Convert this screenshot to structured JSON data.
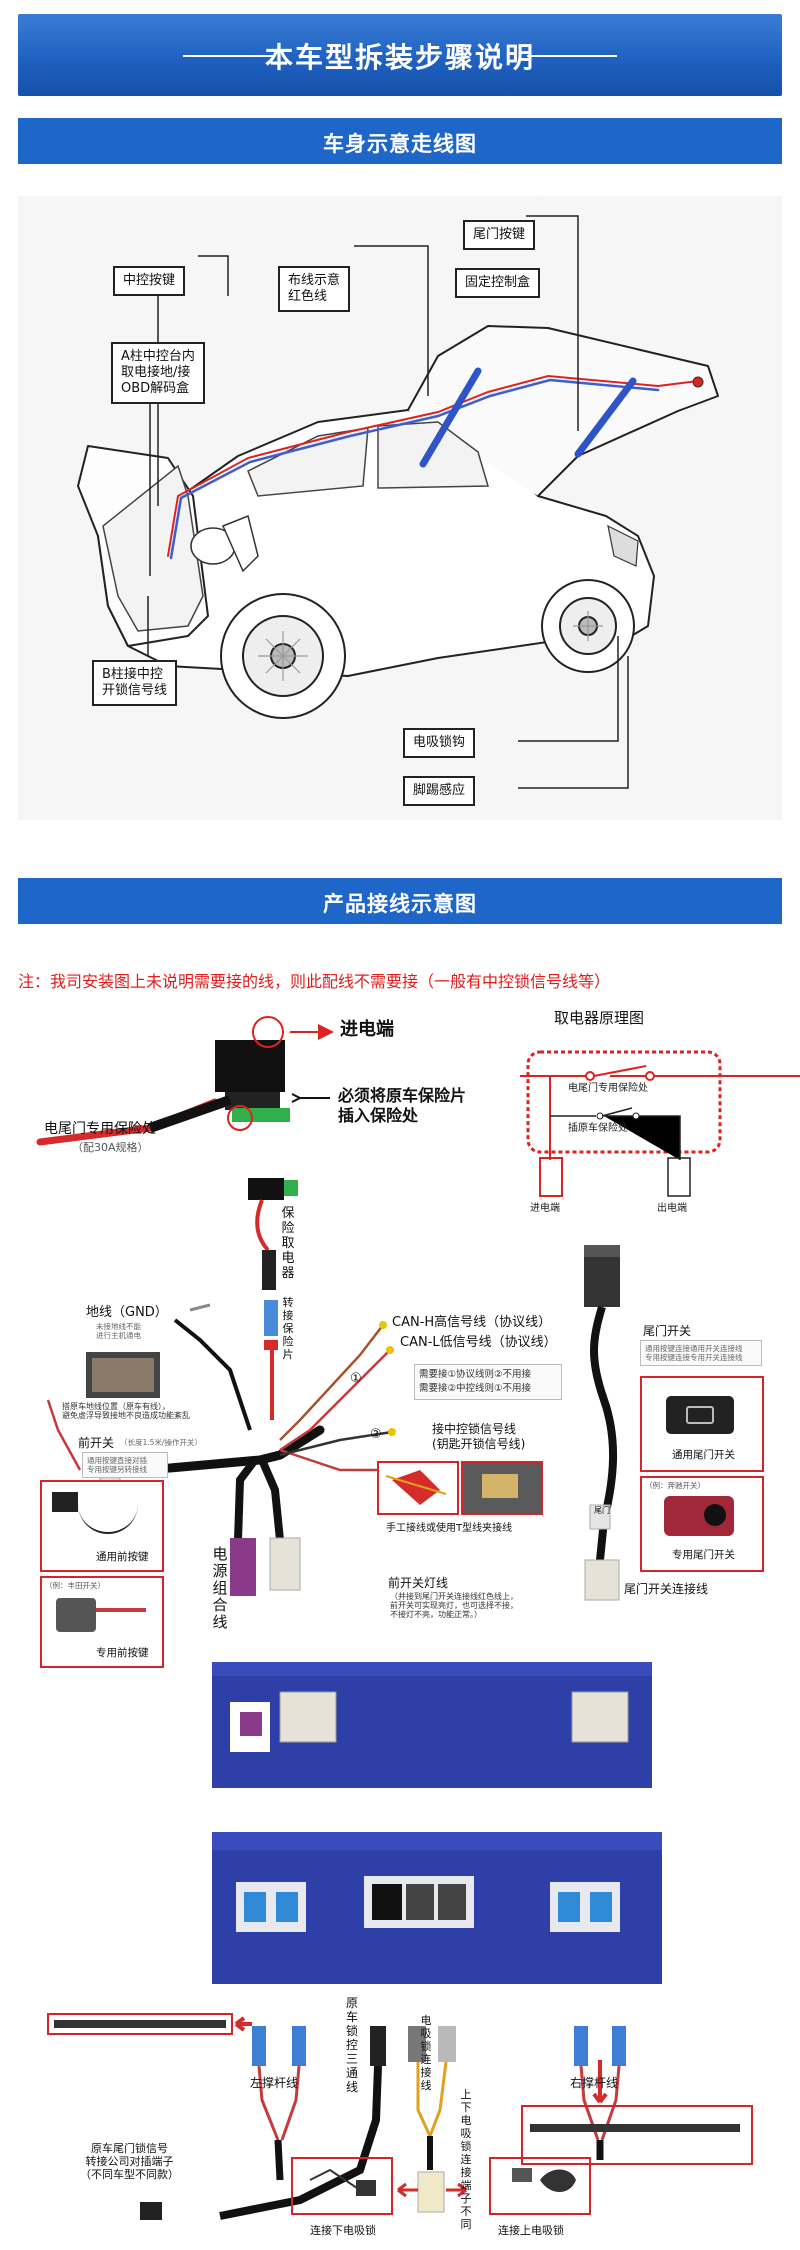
{
  "header": {
    "title": "本车型拆装步骤说明"
  },
  "section1": {
    "title": "车身示意走线图"
  },
  "car_callouts": {
    "central_key": "中控按键",
    "a_pillar": "A柱中控台内\n取电接地/接\nOBD解码盒",
    "wiring": "布线示意\n红色线",
    "tail_key": "尾门按键",
    "control_box": "固定控制盒",
    "b_pillar": "B柱接中控\n开锁信号线",
    "latch": "电吸锁钩",
    "kick": "脚踢感应"
  },
  "section2": {
    "title": "产品接线示意图"
  },
  "note": "注：我司安装图上未说明需要接的线，则此配线不需要接（一般有中控锁信号线等）",
  "fuse": {
    "power_in": "进电端",
    "must_replace": "必须将原车保险片\n插入保险处",
    "tail_fuse": "电尾门专用保险处",
    "spec": "（配30A规格）",
    "vertical": "保险取电器",
    "adapter": "转接保险片"
  },
  "principle": {
    "title": "取电器原理图",
    "tail_fuse": "电尾门专用保险处",
    "orig_fuse": "插原车保险处",
    "in": "进电端",
    "out": "出电端"
  },
  "ground": {
    "label": "地线（GND）",
    "sub": "未接地线不能\n进行主机通电",
    "hint": "搭原车地线位置（原车有线），\n避免虚浮导致接地不良造成功能紊乱"
  },
  "can": {
    "high": "CAN-H高信号线（协议线）",
    "low": "CAN-L低信号线（协议线）",
    "c1": "①",
    "c2": "②",
    "opt1": "需要接①协议线则②不用接",
    "opt2": "需要接②中控线则①不用接",
    "central": "接中控锁信号线",
    "central2": "(钥匙开锁信号线)",
    "manual": "手工接线或使用T型线夹接线"
  },
  "front_switch": {
    "label": "前开关",
    "note": "（长度1.5米/操作开关）",
    "sub": "通用按键直接对插\n专用按键另转接线",
    "generic": "通用前按键",
    "example": "（例：丰田开关）",
    "special": "专用前按键"
  },
  "power_harness": "电源组合线",
  "front_light": {
    "label": "前开关灯线",
    "note": "（并接到尾门开关连接线红色线上，\n前开关可实现亮灯，也可选择不接，\n不接灯不亮，功能正常。）"
  },
  "tail_switch": {
    "label": "尾门开关",
    "sub": "通用按键连接通用开关连接线\n专用按键连接专用开关连接线",
    "generic": "通用尾门开关",
    "example": "（例：奔驰开关）",
    "special": "专用尾门开关",
    "connect": "尾门开关连接线",
    "tag": "尾门"
  },
  "bottom": {
    "left_strut": "左撑杆线",
    "right_strut": "右撑杆线",
    "orig_lock": "原车锁控三通线",
    "latch_wire": "电吸锁连接线",
    "latch_note": "上下电吸锁连接端子不同",
    "tail_signal": "原车尾门锁信号\n转接公司对插端子\n（不同车型不同款）",
    "lower_latch": "连接下电吸锁",
    "upper_latch": "连接上电吸锁"
  },
  "colors": {
    "brand_blue": "#1f66c9",
    "accent_red": "#e21c1c",
    "module_blue": "#2f3fa8"
  }
}
